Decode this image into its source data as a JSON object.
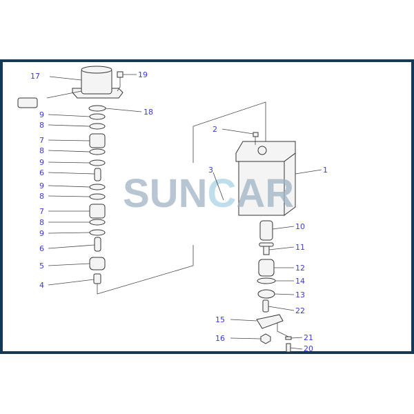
{
  "watermark": {
    "text_a": "SUN",
    "text_c": "C",
    "text_b": "AR"
  },
  "labels": {
    "l17": "17",
    "l19": "19",
    "l18": "18",
    "l9a": "9",
    "l8a": "8",
    "l7a": "7",
    "l8b": "8",
    "l9b": "9",
    "l6a": "6",
    "l9c": "9",
    "l8c": "8",
    "l7b": "7",
    "l8d": "8",
    "l9d": "9",
    "l6b": "6",
    "l5": "5",
    "l4": "4",
    "l2": "2",
    "l1": "1",
    "l3": "3",
    "l10": "10",
    "l11": "11",
    "l12": "12",
    "l14": "14",
    "l13": "13",
    "l22": "22",
    "l15": "15",
    "l16": "16",
    "l21": "21",
    "l20": "20"
  },
  "colors": {
    "frame": "#123a58",
    "label": "#3b3bd0"
  }
}
